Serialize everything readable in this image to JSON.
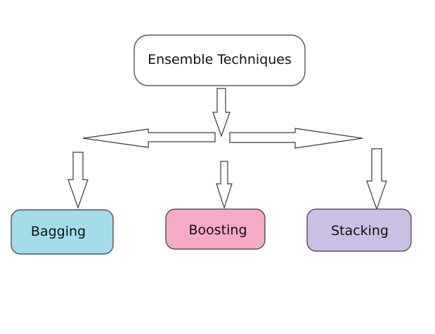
{
  "root": {
    "label": "Ensemble Techniques",
    "fill": "#ffffff"
  },
  "children": [
    {
      "label": "Bagging",
      "fill": "#a4dcea"
    },
    {
      "label": "Boosting",
      "fill": "#f6aac8"
    },
    {
      "label": "Stacking",
      "fill": "#cbbfe4"
    }
  ],
  "colors": {
    "stroke": "#3a3a3a",
    "arrow_fill": "#ffffff",
    "text": "#111111"
  }
}
